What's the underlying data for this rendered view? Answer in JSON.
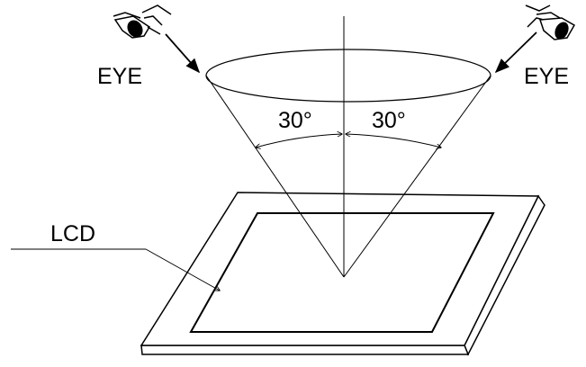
{
  "labels": {
    "eye_left": "EYE",
    "eye_right": "EYE",
    "angle_left": "30°",
    "angle_right": "30°",
    "lcd": "LCD"
  },
  "colors": {
    "ink": "#000000",
    "background": "#ffffff"
  },
  "icons": [
    "eye-icon",
    "eye-icon"
  ]
}
